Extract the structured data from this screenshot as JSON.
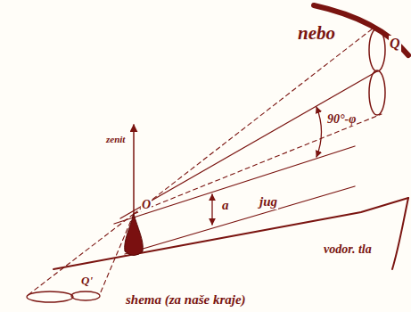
{
  "diagram": {
    "caption": "shema (za naše kraje)",
    "labels": [
      "nebo",
      "zenit",
      "Q",
      "90°-φ",
      "O",
      "a",
      "jug",
      "Q'",
      "vodor. tla"
    ]
  }
}
